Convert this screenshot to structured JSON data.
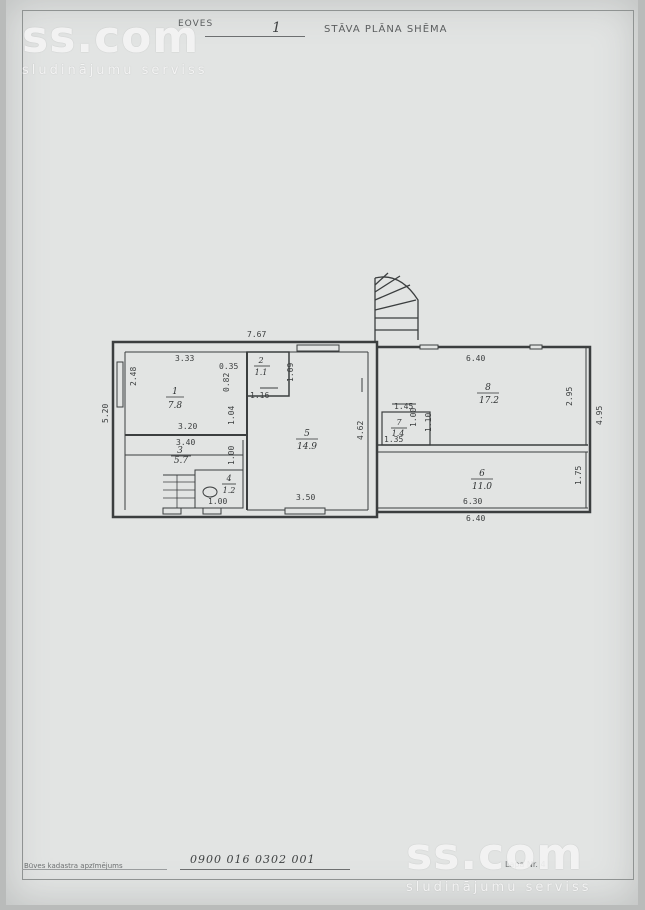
{
  "header": {
    "floor_label": "EOVES",
    "floor_number": "1",
    "title": "STĀVA PLĀNA SHĒMA"
  },
  "watermarks": {
    "top": {
      "brand": "ss.com",
      "tagline": "sludinājumu serviss"
    },
    "bottom": {
      "brand": "ss.com",
      "tagline": "sludinājumu serviss"
    }
  },
  "footer": {
    "cadastre_label": "Būves kadastra apzīmējums",
    "cadastre_number": "0900 016 0302 001",
    "page_label": "Lapa Nr. 4"
  },
  "plan": {
    "dimensions": {
      "top_width": "7.67",
      "left_height": "5.20",
      "room1_width": "3.33",
      "room1_height": "2.48",
      "room1_bottom": "3.20",
      "room2_offset": "0.35",
      "room2_wall": "0.82",
      "room2_height": "1.09",
      "room2_inner": "1.16",
      "room2_small": "1.04",
      "room3_width": "3.40",
      "room3_height": "1.00",
      "room4_width": "1.00",
      "room5_height": "4.62",
      "room5_bottom": "3.50",
      "room8_width": "6.40",
      "room8_height": "2.95",
      "right_height": "4.95",
      "room7_top": "1.45",
      "room7_height": "1.00",
      "room7_side": "1.10",
      "room7_bottom": "1.35",
      "room6_width": "6.30",
      "room6_height": "1.75",
      "bottom_width": "6.40"
    },
    "rooms": [
      {
        "id": "1",
        "area": "7.8"
      },
      {
        "id": "2",
        "area": "1.1"
      },
      {
        "id": "3",
        "area": "5.7"
      },
      {
        "id": "4",
        "area": "1.2"
      },
      {
        "id": "5",
        "area": "14.9"
      },
      {
        "id": "6",
        "area": "11.0"
      },
      {
        "id": "7",
        "area": "1.4"
      },
      {
        "id": "8",
        "area": "17.2"
      }
    ]
  }
}
